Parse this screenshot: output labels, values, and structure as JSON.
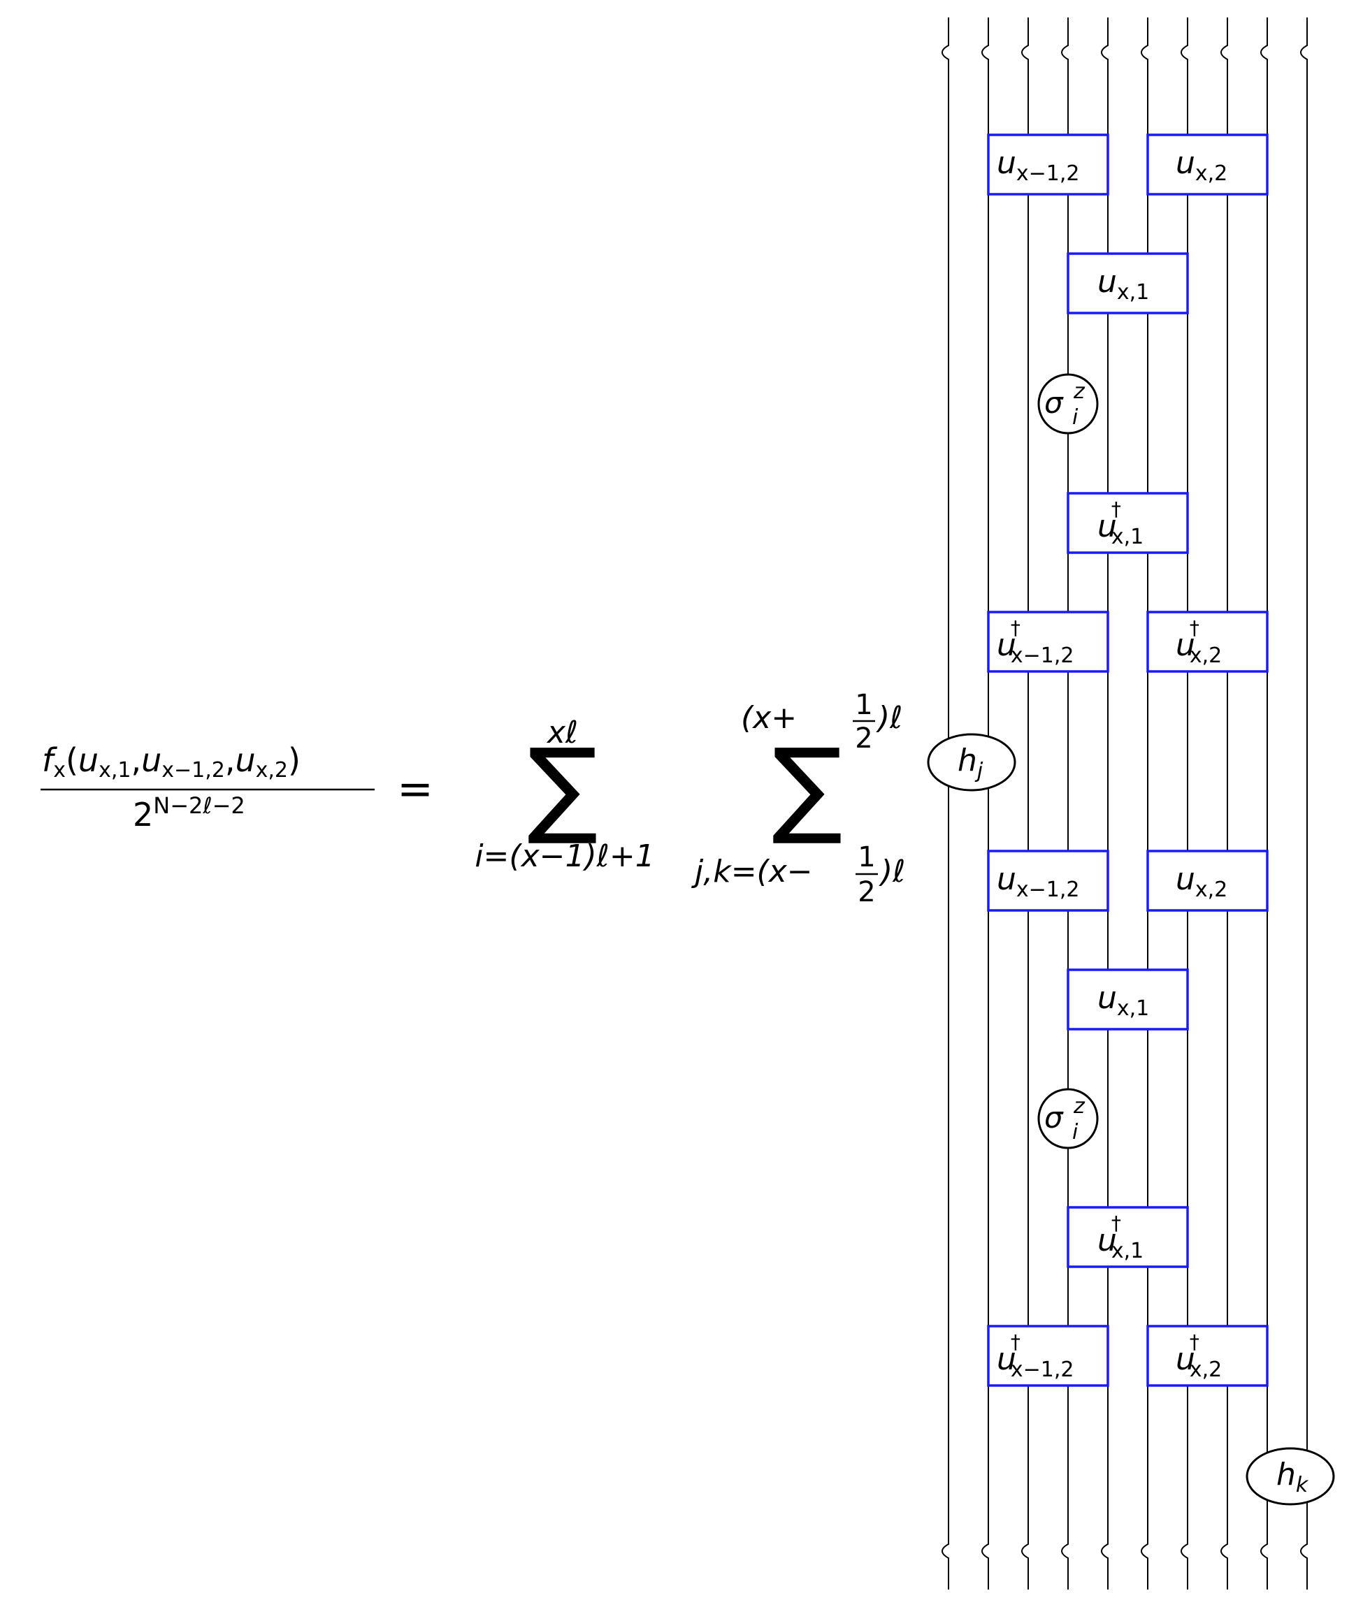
{
  "equation": {
    "lhs_num_f": "f",
    "lhs_num_f_sub": "x",
    "lhs_num_open": "(",
    "lhs_num_u": "u",
    "lhs_num_sub_a": "x,1",
    "lhs_num_comma": ",",
    "lhs_num_sub_b": "x−1,2",
    "lhs_num_sub_c": "x,2",
    "lhs_num_close": ")",
    "lhs_den_base": "2",
    "lhs_den_exp": "N−2ℓ−2",
    "equals": "=",
    "sum1_upper": "xℓ",
    "sum1_symbol": "∑",
    "sum1_lower": "i=(x−1)ℓ+1",
    "sum2_upper_a": "(x+",
    "sum2_upper_num": "1",
    "sum2_upper_den": "2",
    "sum2_upper_b": ")ℓ",
    "sum2_symbol": "∑",
    "sum2_lower_a": "j,k=(x−",
    "sum2_lower_num": "1",
    "sum2_lower_den": "2",
    "sum2_lower_b": ")ℓ"
  },
  "gates": {
    "u": "u",
    "dagger": "†",
    "sub_x1": "x,1",
    "sub_xm12": "x−1,2",
    "sub_x2": "x,2"
  },
  "operators": {
    "sigma": "σ",
    "sigma_sup": "z",
    "sigma_sub": "i",
    "h": "h",
    "h_j_sub": "j",
    "h_k_sub": "k"
  }
}
